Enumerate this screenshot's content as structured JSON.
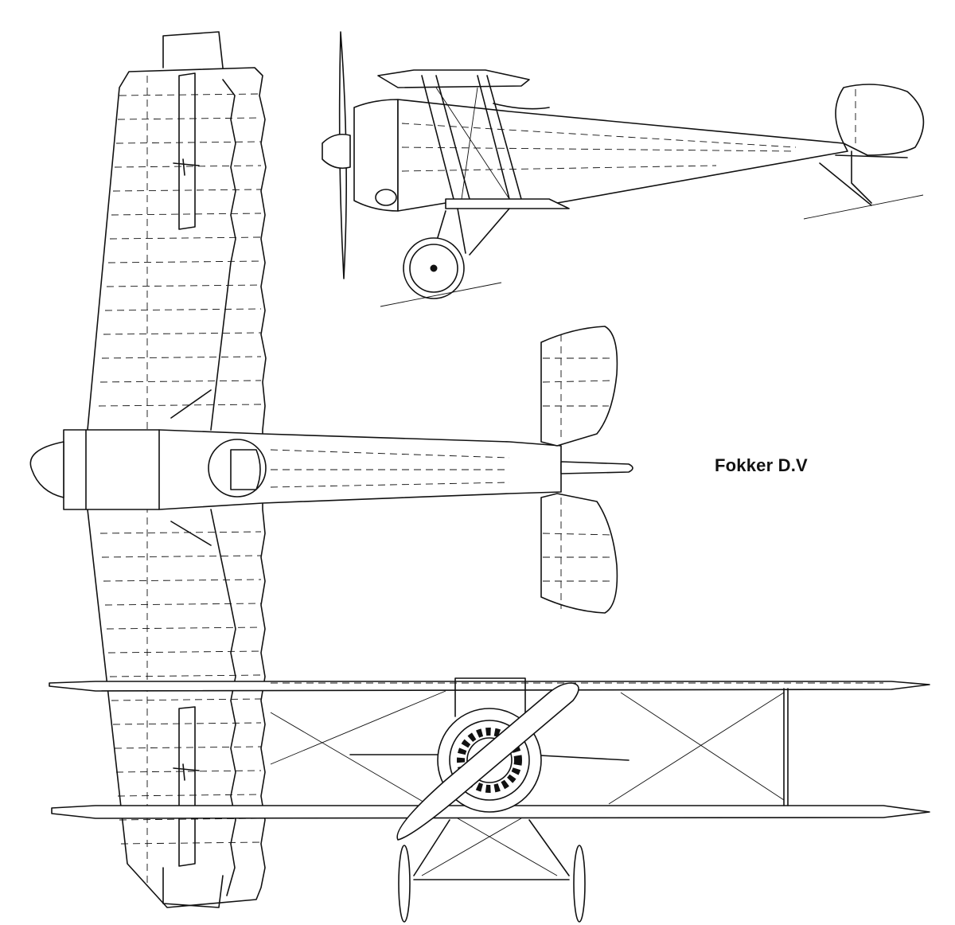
{
  "title": "Fokker D.V",
  "views": [
    {
      "name": "side-view"
    },
    {
      "name": "top-view"
    },
    {
      "name": "front-view"
    }
  ]
}
